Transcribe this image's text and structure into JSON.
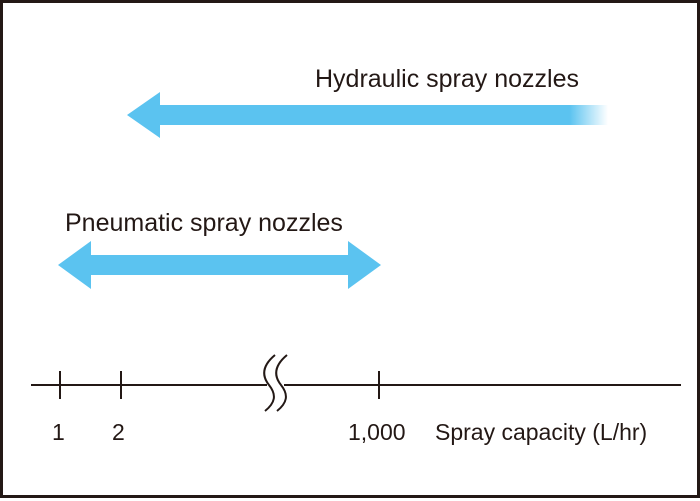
{
  "hydraulic": {
    "label": "Hydraulic spray nozzles",
    "color": "#5bc3f0"
  },
  "pneumatic": {
    "label": "Pneumatic spray nozzles",
    "color": "#5bc3f0"
  },
  "axis": {
    "label": "Spray capacity (L/hr)",
    "ticks": [
      "1",
      "2",
      "1,000"
    ],
    "line_color": "#231815"
  }
}
